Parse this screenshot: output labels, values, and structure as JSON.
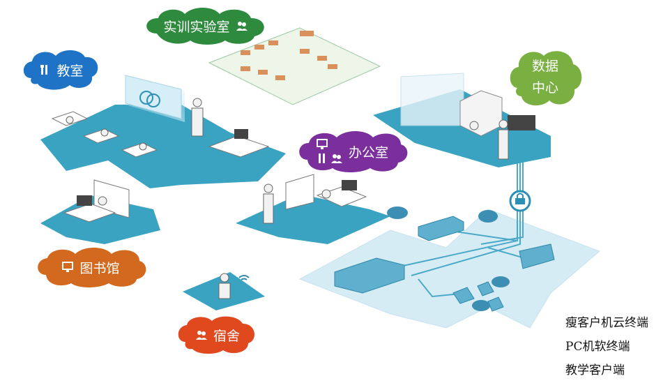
{
  "zones": {
    "lab": "实训实验室",
    "classroom": "教室",
    "datacenter": [
      "数据",
      "中心"
    ],
    "office": "办公室",
    "library": "图书馆",
    "dorm": "宿舍"
  },
  "legend": [
    "瘦客户机云终端",
    "PC机软终端",
    "教学客户端"
  ],
  "colors": {
    "lab": "#2e8b3e",
    "classroom": "#1f73c6",
    "datacenter": "#7ab041",
    "office": "#7b2f9d",
    "library": "#d2691e",
    "dorm": "#e0481e",
    "platform": "#3aa3c2",
    "campus": "#d6ecf5"
  }
}
